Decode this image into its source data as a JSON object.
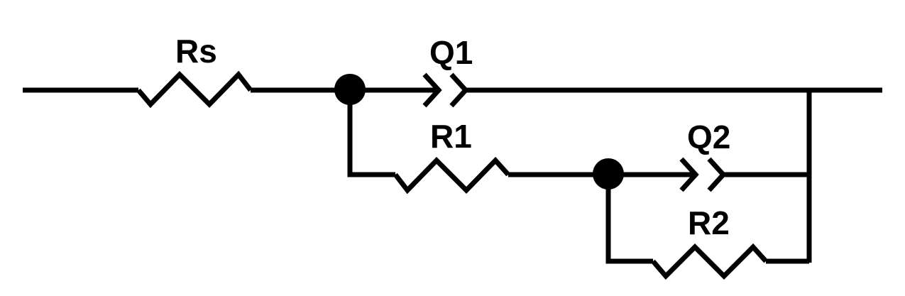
{
  "diagram": {
    "colors": {
      "stroke": "#000000",
      "background": "#ffffff"
    },
    "labels": {
      "rs": "Rs",
      "q1": "Q1",
      "r1": "R1",
      "q2": "Q2",
      "r2": "R2"
    }
  }
}
